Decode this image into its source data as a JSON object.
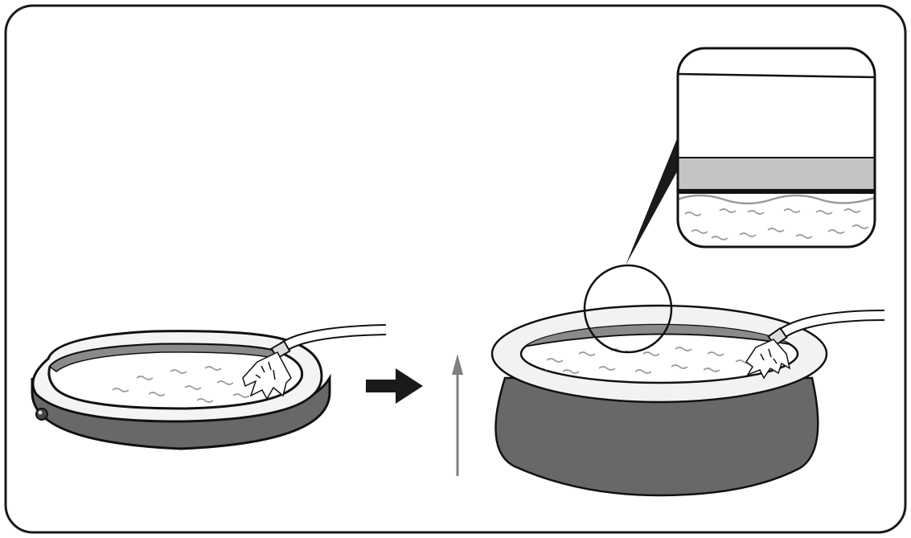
{
  "figure": {
    "kind": "instructional-illustration",
    "steps": [
      "pool-filling-start",
      "pool-filled-to-line"
    ],
    "colors": {
      "frame": "#1a1a1a",
      "pool_wall": "#686868",
      "inner_wall": "#8a8a8a",
      "ring": "#f2f2f2",
      "fill_band": "#c4c4c4",
      "water_mark": "#9a9a9a",
      "rise_arrow": "#808080",
      "step_arrow": "#1a1a1a"
    },
    "icons": [
      "frame",
      "deflated-pool",
      "garden-hose",
      "step-arrow",
      "water-rise-arrow",
      "inflated-pool",
      "magnifier-circle",
      "zoom-callout"
    ]
  }
}
